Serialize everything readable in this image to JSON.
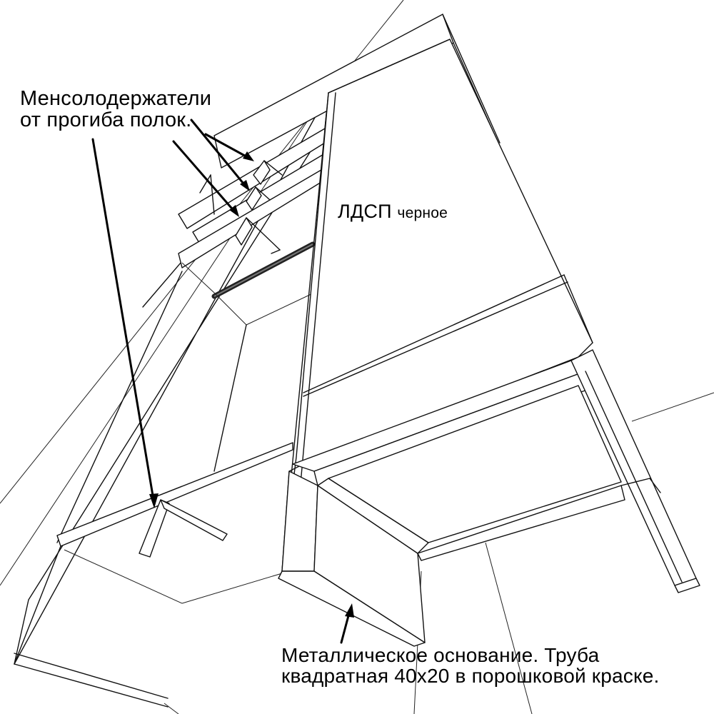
{
  "labels": {
    "shelf_supports": {
      "line1": "Менсолодержатели",
      "line2": "от прогиба полок."
    },
    "material": {
      "main": "ЛДСП",
      "sub": "черное"
    },
    "metal_base": {
      "line1": "Металлическое основание. Труба",
      "line2": "квадратная 40х20 в порошковой краске."
    }
  },
  "colors": {
    "line": "#111111",
    "background": "#ffffff",
    "black_rail": "#222222"
  }
}
